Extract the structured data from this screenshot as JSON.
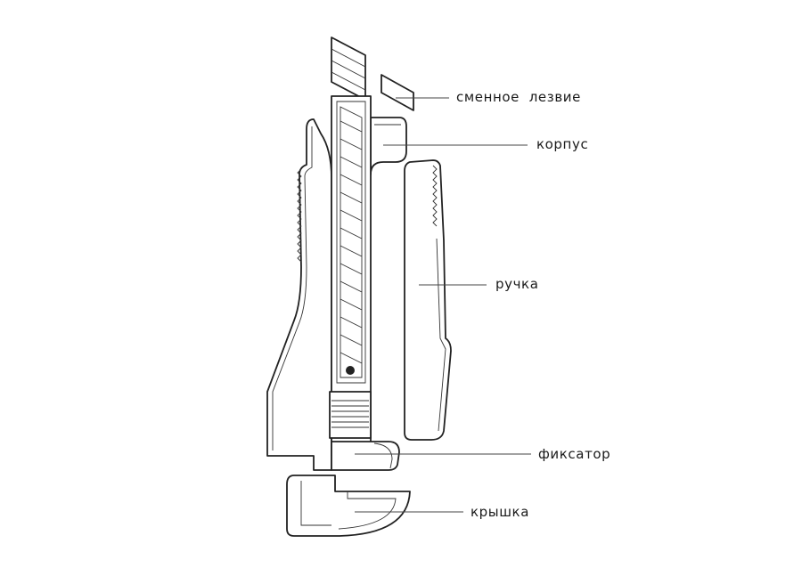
{
  "labels": {
    "blade": "сменное  лезвие",
    "body": "корпус",
    "handle": "ручка",
    "lock": "фиксатор",
    "cap": "крышка"
  }
}
